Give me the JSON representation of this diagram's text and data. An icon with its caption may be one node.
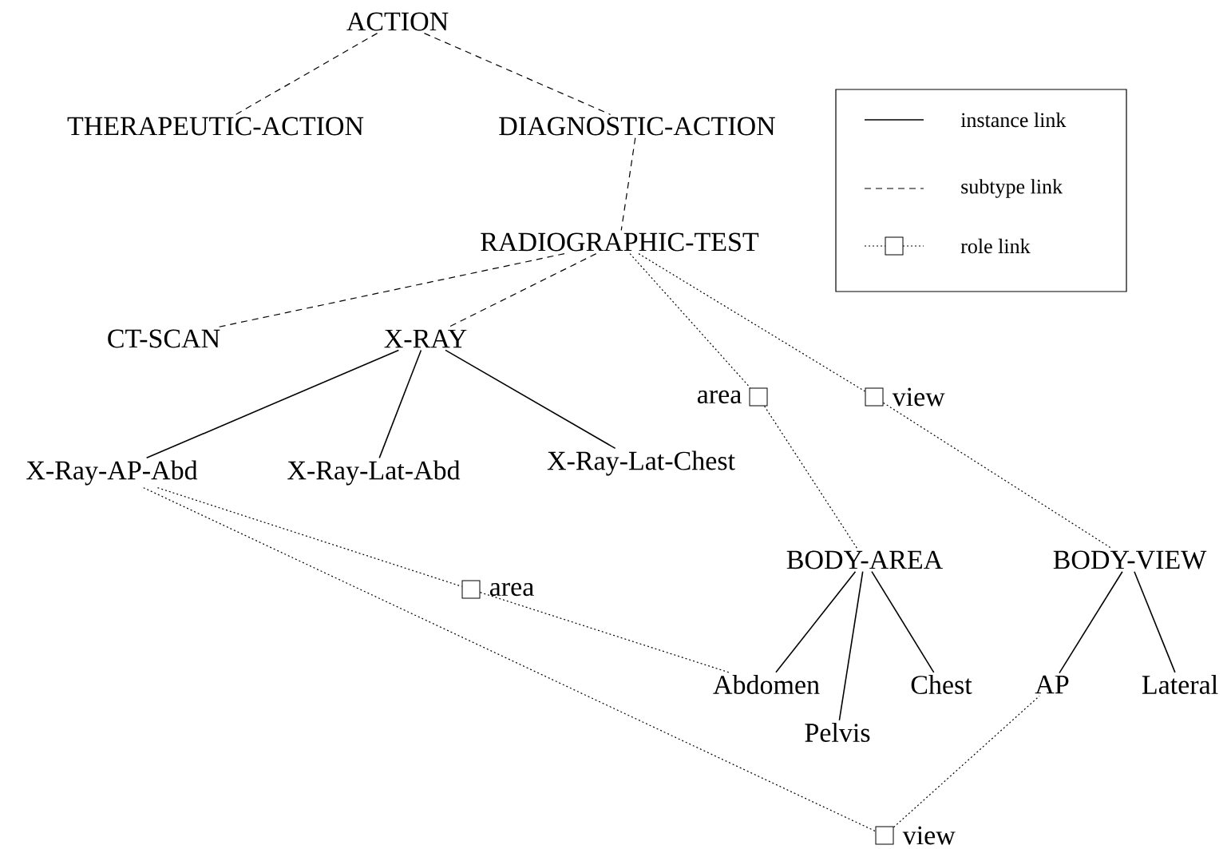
{
  "diagram": {
    "nodes": [
      {
        "text": [
          "ACTION"
        ]
      },
      {
        "text": [
          "THERAPEUTIC-ACTION"
        ]
      },
      {
        "text": [
          "DIAGNOSTIC-ACTION"
        ]
      },
      {
        "text": [
          "RADIOGRAPHIC-TEST"
        ]
      },
      {
        "text": [
          "CT-SCAN"
        ]
      },
      {
        "text": [
          "X-RAY"
        ]
      },
      {
        "text": [
          "X-Ray-AP-Abd"
        ]
      },
      {
        "text": [
          "X-Ray-Lat-Abd"
        ]
      },
      {
        "text": [
          "X-Ray-Lat-Chest"
        ]
      },
      {
        "text": [
          "BODY-AREA"
        ]
      },
      {
        "text": [
          "BODY-VIEW"
        ]
      },
      {
        "text": [
          "Abdomen"
        ]
      },
      {
        "text": [
          "Pelvis"
        ]
      },
      {
        "text": [
          "Chest"
        ]
      },
      {
        "text": [
          "AP"
        ]
      },
      {
        "text": [
          "Lateral"
        ]
      },
      {
        "text": [],
        "shape": "box",
        "beside": [
          "area"
        ]
      },
      {
        "text": [],
        "shape": "box",
        "beside": [
          "view"
        ]
      },
      {
        "text": [],
        "shape": "box",
        "beside": [
          "area"
        ]
      },
      {
        "text": [],
        "shape": "box",
        "beside": [
          "view"
        ]
      }
    ],
    "edges": [
      {
        "from": 0,
        "to": 1,
        "arrow": "none",
        "style": "dashed"
      },
      {
        "from": 0,
        "to": 2,
        "arrow": "none",
        "style": "dashed"
      },
      {
        "from": 2,
        "to": 3,
        "arrow": "none",
        "style": "dashed"
      },
      {
        "from": 3,
        "to": 4,
        "arrow": "none",
        "style": "dashed"
      },
      {
        "from": 3,
        "to": 5,
        "arrow": "none",
        "style": "dashed"
      },
      {
        "from": 5,
        "to": 6,
        "arrow": "none"
      },
      {
        "from": 5,
        "to": 7,
        "arrow": "none"
      },
      {
        "from": 5,
        "to": 8,
        "arrow": "none"
      },
      {
        "from": 3,
        "to": 16,
        "arrow": "none",
        "style": "dashed"
      },
      {
        "from": 16,
        "to": 9,
        "arrow": "none",
        "style": "dashed"
      },
      {
        "from": 3,
        "to": 17,
        "arrow": "none",
        "style": "dashed"
      },
      {
        "from": 17,
        "to": 10,
        "arrow": "none",
        "style": "dashed"
      },
      {
        "from": 6,
        "to": 18,
        "arrow": "none",
        "style": "dashed"
      },
      {
        "from": 18,
        "to": 11,
        "arrow": "none",
        "style": "dashed"
      },
      {
        "from": 6,
        "to": 19,
        "arrow": "none",
        "style": "dashed"
      },
      {
        "from": 19,
        "to": 14,
        "arrow": "none",
        "style": "dashed"
      },
      {
        "from": 9,
        "to": 11,
        "arrow": "none"
      },
      {
        "from": 9,
        "to": 12,
        "arrow": "none"
      },
      {
        "from": 9,
        "to": 13,
        "arrow": "none"
      },
      {
        "from": 10,
        "to": 14,
        "arrow": "none"
      },
      {
        "from": 10,
        "to": 15,
        "arrow": "none"
      }
    ],
    "legend": [
      {
        "text": "instance link"
      },
      {
        "text": "subtype link"
      },
      {
        "text": "role link"
      }
    ]
  }
}
